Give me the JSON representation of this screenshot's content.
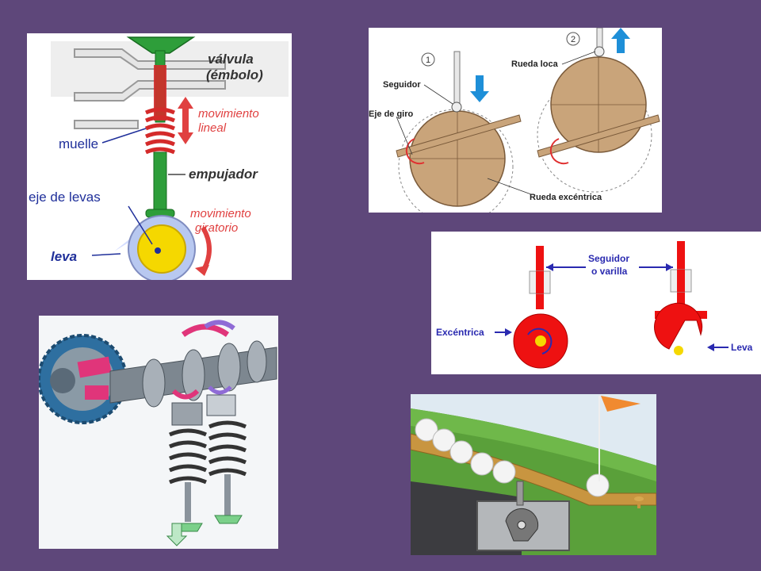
{
  "slide": {
    "background": "#5e477a"
  },
  "valve_diagram": {
    "valve_label_line1": "válvula",
    "valve_label_line2": "(émbolo)",
    "linear_motion_line1": "movimiento",
    "linear_motion_line2": "lineal",
    "spring_label": "muelle",
    "pusher_label": "empujador",
    "camshaft_label": "eje de levas",
    "rotary_motion_line1": "movimiento",
    "rotary_motion_line2": "giratorio",
    "cam_label": "leva",
    "colors": {
      "valve": "#2e9e3a",
      "spring": "#d42a2a",
      "cam": "#f5d800",
      "labels_blue": "#1f2f9a",
      "labels_red": "#e04040"
    }
  },
  "eccentric_diagram": {
    "step1_number": "1",
    "step2_number": "2",
    "follower_label": "Seguidor",
    "axis_label": "Eje de giro",
    "idler_wheel_label": "Rueda loca",
    "eccentric_wheel_label": "Rueda excéntrica",
    "colors": {
      "wheel": "#c9a47a",
      "arrow": "#1e8fd8",
      "rotation": "#e03030"
    }
  },
  "follower_diagram": {
    "follower_label_line1": "Seguidor",
    "follower_label_line2": "o varilla",
    "eccentric_label": "Excéntrica",
    "cam_label": "Leva",
    "colors": {
      "parts": "#ee1111",
      "labels": "#2a2ab0",
      "center": "#f5d800"
    }
  },
  "golf_scene": {
    "colors": {
      "grass": "#5aa03a",
      "sky": "#dfeaf2",
      "flag": "#f08a30"
    }
  }
}
